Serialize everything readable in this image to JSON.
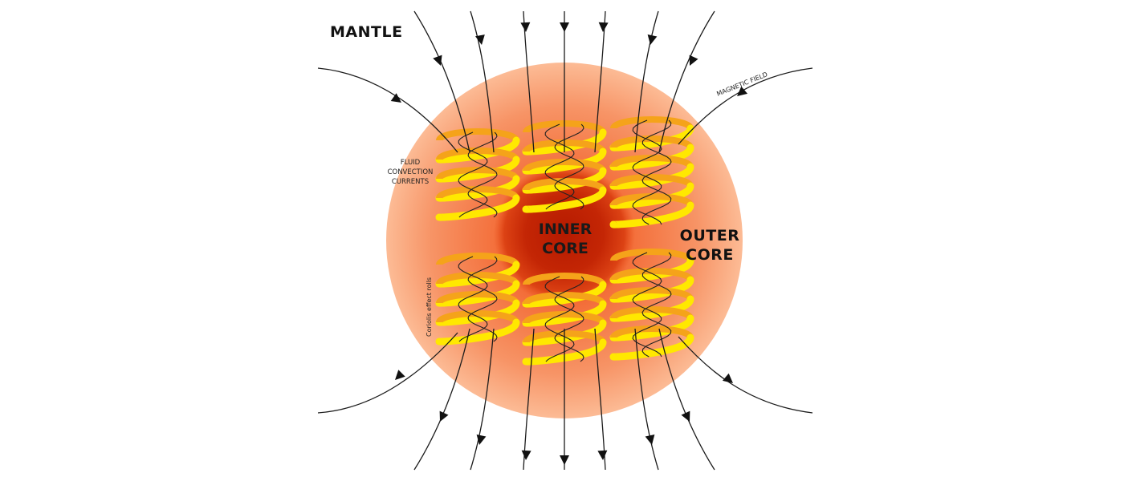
{
  "labels": {
    "mantle": "MANTLE",
    "inner_core_line1": "INNER",
    "inner_core_line2": "CORE",
    "outer_core_line1": "OUTER",
    "outer_core_line2": "CORE",
    "magnetic_field": "MAGNETIC FIELD",
    "fluid_line1": "FLUID",
    "fluid_line2": "CONVECTION",
    "fluid_line3": "CURRENTS",
    "coriolis": "Coriolis effect rolls"
  },
  "colors": {
    "outer_core_edge": "#fbb890",
    "outer_core_mid": "#f58a55",
    "inner_core_center": "#b81c00",
    "inner_core_edge": "#e04a1c",
    "spiral_back": "#f5a31a",
    "spiral_front": "#ffe800",
    "field_lines": "#1b1b1b"
  },
  "spiral_columns": 6
}
